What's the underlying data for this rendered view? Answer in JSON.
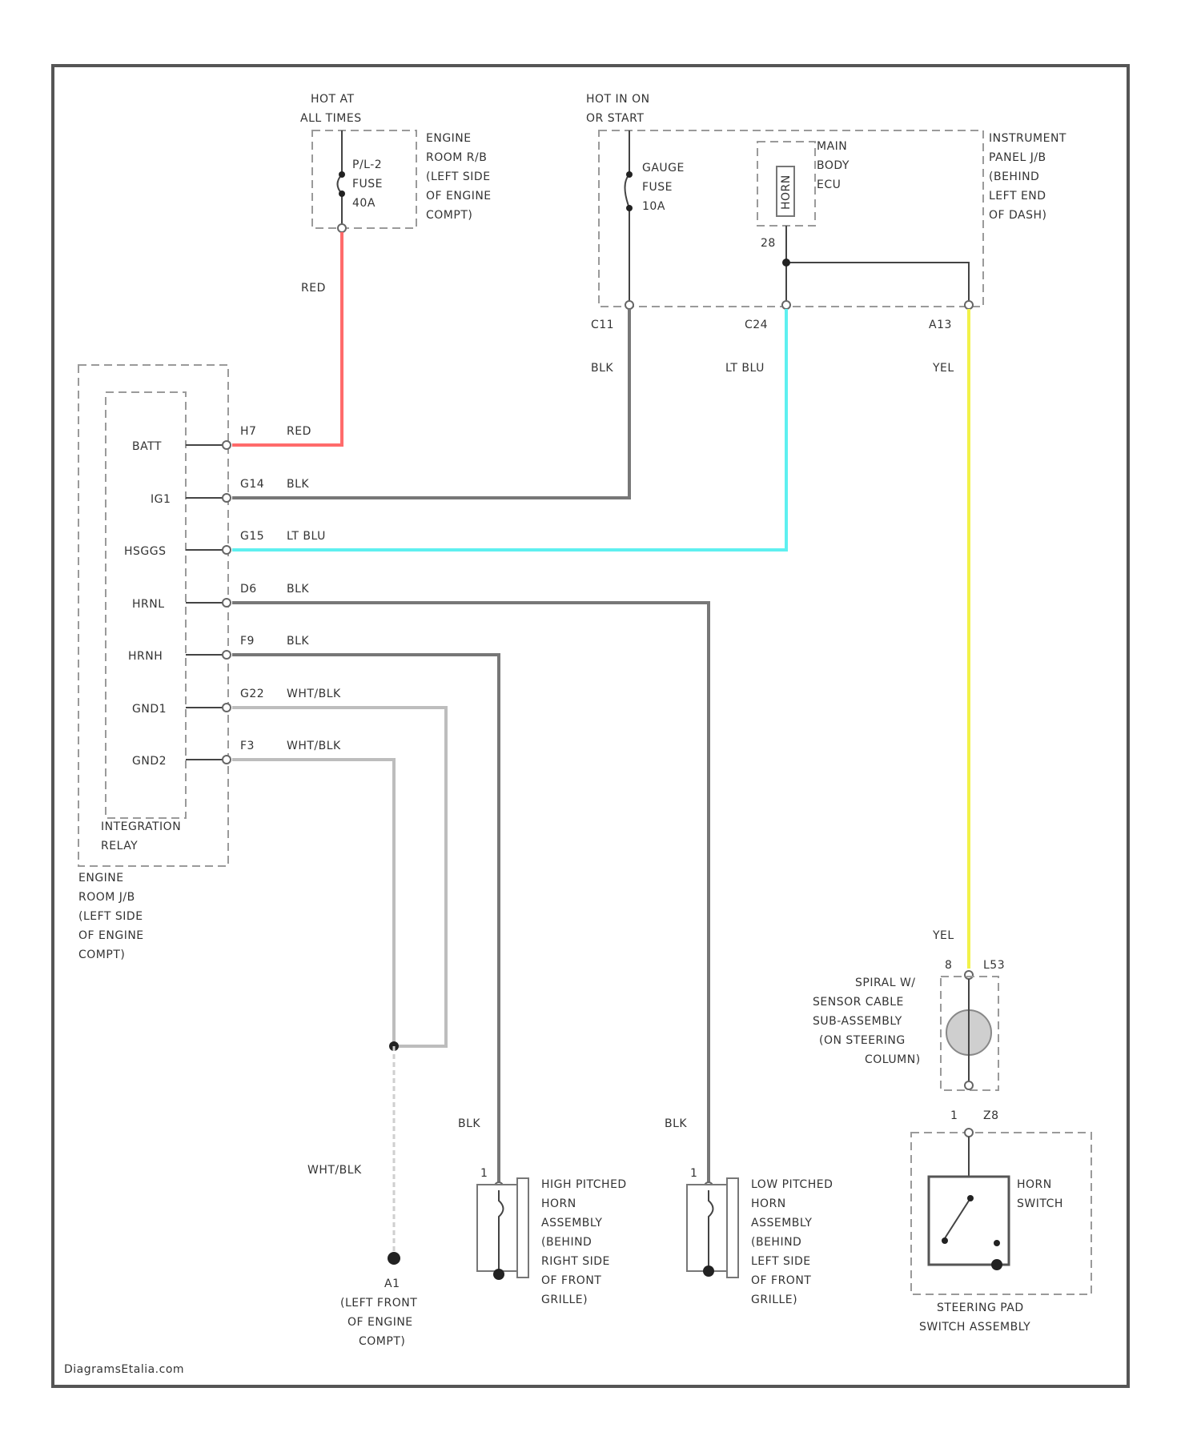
{
  "colors": {
    "red_wire": "#ff6b6b",
    "lt_blu_wire": "#5ef0f0",
    "yel_wire": "#f2f24a",
    "blk_wire": "#777777",
    "wht_blk_wire": "#bdbdbd"
  },
  "power": {
    "hot_at_all_times": [
      "HOT AT",
      "ALL TIMES"
    ],
    "hot_in_on": [
      "HOT IN ON",
      "OR START"
    ]
  },
  "fuses": {
    "pfl": [
      "P/L-2",
      "FUSE",
      "40A"
    ],
    "engine_room_rb": [
      "ENGINE",
      "ROOM R/B",
      "(LEFT SIDE",
      "OF ENGINE",
      "COMPT)"
    ],
    "gauge": [
      "GAUGE",
      "FUSE",
      "10A"
    ],
    "main_body_ecu": [
      "MAIN",
      "BODY",
      "ECU"
    ],
    "horn_relay": "HORN",
    "instrument_panel_jb": [
      "INSTRUMENT",
      "PANEL J/B",
      "(BEHIND",
      "LEFT END",
      "OF DASH)"
    ]
  },
  "connectors": {
    "c11": "C11",
    "c24": "C24",
    "a13": "A13",
    "pin_28": "28",
    "pin_8": "8",
    "l53": "L53",
    "pin_1_bottom": "1",
    "z8": "Z8"
  },
  "relay": {
    "name": [
      "INTEGRATION",
      "RELAY"
    ],
    "jb": [
      "ENGINE",
      "ROOM J/B",
      "(LEFT SIDE",
      "OF ENGINE",
      "COMPT)"
    ],
    "pins": [
      {
        "name": "BATT",
        "conn": "H7",
        "wire": "RED"
      },
      {
        "name": "IG1",
        "conn": "G14",
        "wire": "BLK"
      },
      {
        "name": "HSGGS",
        "conn": "G15",
        "wire": "LT BLU"
      },
      {
        "name": "HRNL",
        "conn": "D6",
        "wire": "BLK"
      },
      {
        "name": "HRNH",
        "conn": "F9",
        "wire": "BLK"
      },
      {
        "name": "GND1",
        "conn": "G22",
        "wire": "WHT/BLK"
      },
      {
        "name": "GND2",
        "conn": "F3",
        "wire": "WHT/BLK"
      }
    ]
  },
  "wire_labels": {
    "red_vert": "RED",
    "blk_vert": "BLK",
    "ltblu_vert": "LT BLU",
    "yel_vert": "YEL",
    "yel_low": "YEL",
    "blk_high": "BLK",
    "blk_low": "BLK",
    "wht_blk_low": "WHT/BLK"
  },
  "components": {
    "spiral": [
      "SPIRAL W/",
      "SENSOR CABLE",
      "SUB-ASSEMBLY",
      "(ON STEERING",
      "COLUMN)"
    ],
    "high_horn": [
      "HIGH PITCHED",
      "HORN",
      "ASSEMBLY",
      "(BEHIND",
      "RIGHT SIDE",
      "OF FRONT",
      "GRILLE)"
    ],
    "low_horn": [
      "LOW PITCHED",
      "HORN",
      "ASSEMBLY",
      "(BEHIND",
      "LEFT SIDE",
      "OF FRONT",
      "GRILLE)"
    ],
    "horn_switch": [
      "HORN",
      "SWITCH"
    ],
    "steering_pad": [
      "STEERING PAD",
      "SWITCH ASSEMBLY"
    ],
    "ground_a1": [
      "A1",
      "(LEFT FRONT",
      "OF ENGINE",
      "COMPT)"
    ],
    "horn_pin_1_high": "1",
    "horn_pin_1_low": "1"
  },
  "watermark": "DiagramsEtalia.com"
}
